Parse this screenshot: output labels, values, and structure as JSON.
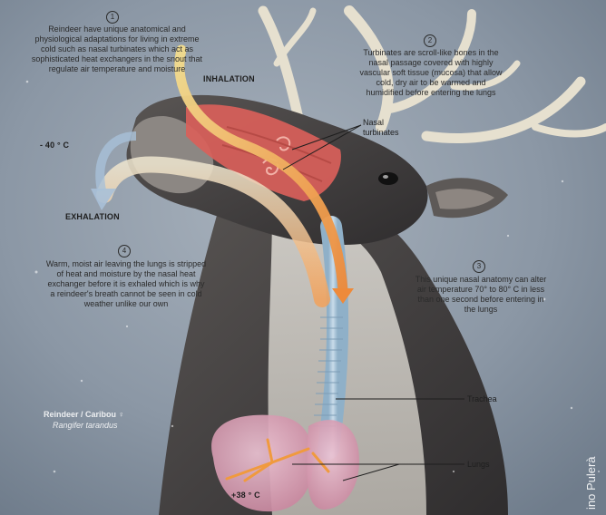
{
  "notes": [
    {
      "number": "1",
      "text": "Reindeer have unique anatomical and physiological adaptations for living in extreme cold such as nasal turbinates which act as sophisticated heat exchangers in the snout that regulate air temperature and moisture"
    },
    {
      "number": "2",
      "text": "Turbinates are scroll-like bones in the nasal passage covered with highly vascular soft tissue (mucosa) that allow cold, dry air to be warmed and humidified before entering the lungs"
    },
    {
      "number": "3",
      "text": "This unique nasal anatomy can alter air temperature 70° to 80° C in less than one second before entering in the lungs"
    },
    {
      "number": "4",
      "text": "Warm, moist air leaving the lungs is stripped of heat and moisture by the nasal heat exchanger before it is exhaled which is why a reindeer's breath cannot be seen in cold weather unlike our own"
    }
  ],
  "labels": {
    "inhalation": "INHALATION",
    "exhalation": "EXHALATION",
    "outside_temp": "- 40 ° C",
    "lung_temp": "+38 ° C",
    "nasal_turbinates": "Nasal\nturbinates",
    "trachea": "Trachea",
    "lungs": "Lungs"
  },
  "species": {
    "common": "Reindeer / Caribou ♀",
    "latin": "Rangifer tarandus"
  },
  "signature": "ino Pulerà",
  "colors": {
    "snow_bg": "#8a97a6",
    "turbinate": "#d9605a",
    "inhale_arrow": "#f0a24a",
    "exhale_arrow": "#e7d6b8",
    "lungs": "#d7a3b8",
    "trachea": "#a9c4d8",
    "antler": "#e9e4d4"
  }
}
